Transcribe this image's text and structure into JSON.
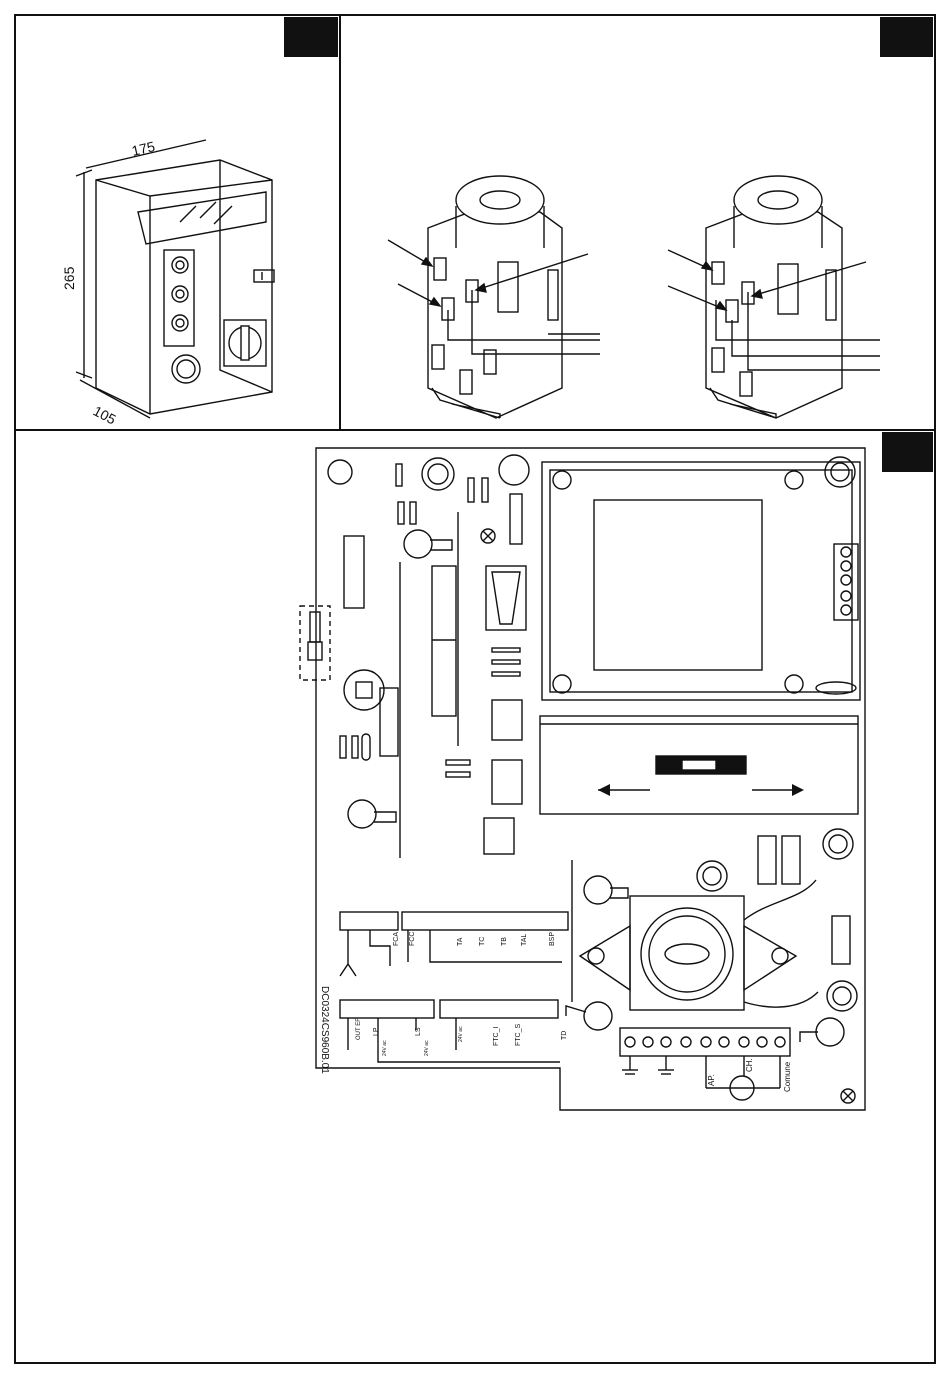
{
  "panel1": {
    "dim_width": "175",
    "dim_height": "265",
    "dim_depth": "105"
  },
  "panel3": {
    "board_code": "DC0324CS960B.01",
    "labels_top_left": [
      "FCA",
      "FCC"
    ],
    "labels_top_right": [
      "TA",
      "TC",
      "TB",
      "TAL",
      "BSP"
    ],
    "labels_bottom_left": [
      "OUT EF",
      "LP",
      "24V ac",
      "LS",
      "24V ac"
    ],
    "labels_bottom_right": [
      "24V ac",
      "FTC_I",
      "FTC_S",
      "TD"
    ],
    "terminal_labels": [
      "AP.",
      "CH.",
      "Comune"
    ]
  }
}
